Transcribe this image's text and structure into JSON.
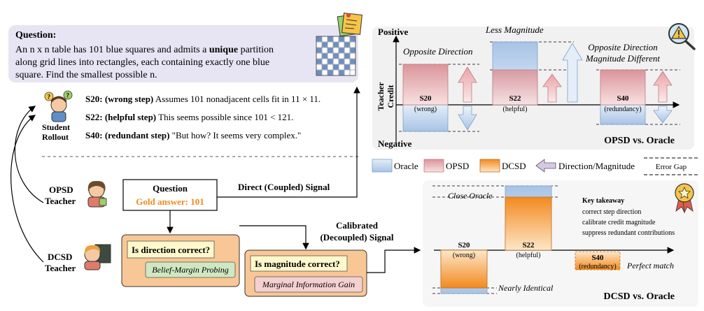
{
  "question": {
    "heading": "Question:",
    "line1": "An n x n table has 101 blue squares and admits a",
    "line1_bold": "unique",
    "line1_end": "partition",
    "line2": "along grid lines into rectangles, each containing exactly one blue",
    "line3": "square. Find the smallest possible n."
  },
  "rollout": {
    "label_line1": "Student",
    "label_line2": "Rollout",
    "steps": [
      {
        "id": "S20:",
        "tag": "(wrong step)",
        "text": "Assumes 101 nonadjacent cells fit in 11 × 11."
      },
      {
        "id": "S22:",
        "tag": "(helpful step)",
        "text": "This seems possible since 101 < 121."
      },
      {
        "id": "S40:",
        "tag": "(redundant step)",
        "text": "\"But how? It seems very complex.\""
      }
    ]
  },
  "teachers": {
    "opsd_line1": "OPSD",
    "opsd_line2": "Teacher",
    "dcsd_line1": "DCSD",
    "dcsd_line2": "Teacher"
  },
  "gold_box": {
    "title": "Question",
    "answer": "Gold answer: 101"
  },
  "signals": {
    "direct": "Direct (Coupled) Signal",
    "calibrated_line1": "Calibrated",
    "calibrated_line2": "(Decoupled) Signal"
  },
  "probes": {
    "direction_q": "Is direction correct?",
    "direction_method": "Belief-Margin Probing",
    "magnitude_q": "Is magnitude correct?",
    "magnitude_method": "Marginal Information Gain"
  },
  "opsd_panel": {
    "positive": "Positive",
    "negative": "Negative",
    "yaxis_line1": "Teacher",
    "yaxis_line2": "Credit",
    "ann_opposite": "Opposite Direction",
    "ann_less": "Less Magnitude",
    "ann_opp_mag_line1": "Opposite Direction",
    "ann_opp_mag_line2": "Magnitude Different",
    "caption": "OPSD vs. Oracle",
    "steps": [
      {
        "name": "S20",
        "note": "(wrong)"
      },
      {
        "name": "S22",
        "note": "(helpful)"
      },
      {
        "name": "S40",
        "note": "(redundancy)"
      }
    ]
  },
  "legend": {
    "oracle": "Oracle",
    "opsd": "OPSD",
    "dcsd": "DCSD",
    "direction": "Direction/Magnitude",
    "error_gap": "Error Gap"
  },
  "dcsd_panel": {
    "close_oracle": "Close Oracle",
    "nearly_identical": "Nearly Identical",
    "perfect_match": "Perfect match",
    "caption": "DCSD vs. Oracle",
    "takeaway_title": "Key takeaway",
    "takeaways": [
      "correct step direction",
      "calibrate credit magnitude",
      "suppress redundant contributions"
    ],
    "steps": [
      {
        "name": "S20",
        "note": "(wrong)"
      },
      {
        "name": "S22",
        "note": "(helpful)"
      },
      {
        "name": "S40",
        "note": "(redundancy)"
      }
    ]
  },
  "colors": {
    "oracle_top": "#dfeaf6",
    "oracle_bottom": "#a9c4e6",
    "opsd_top": "#d98f96",
    "opsd_bottom": "#f7dcdc",
    "dcsd_top": "#f28c20",
    "dcsd_bottom": "#fde2c2",
    "probe_box": "#f9c795",
    "accent_orange": "#f08a1c",
    "question_bg": "#e7e4f3"
  }
}
